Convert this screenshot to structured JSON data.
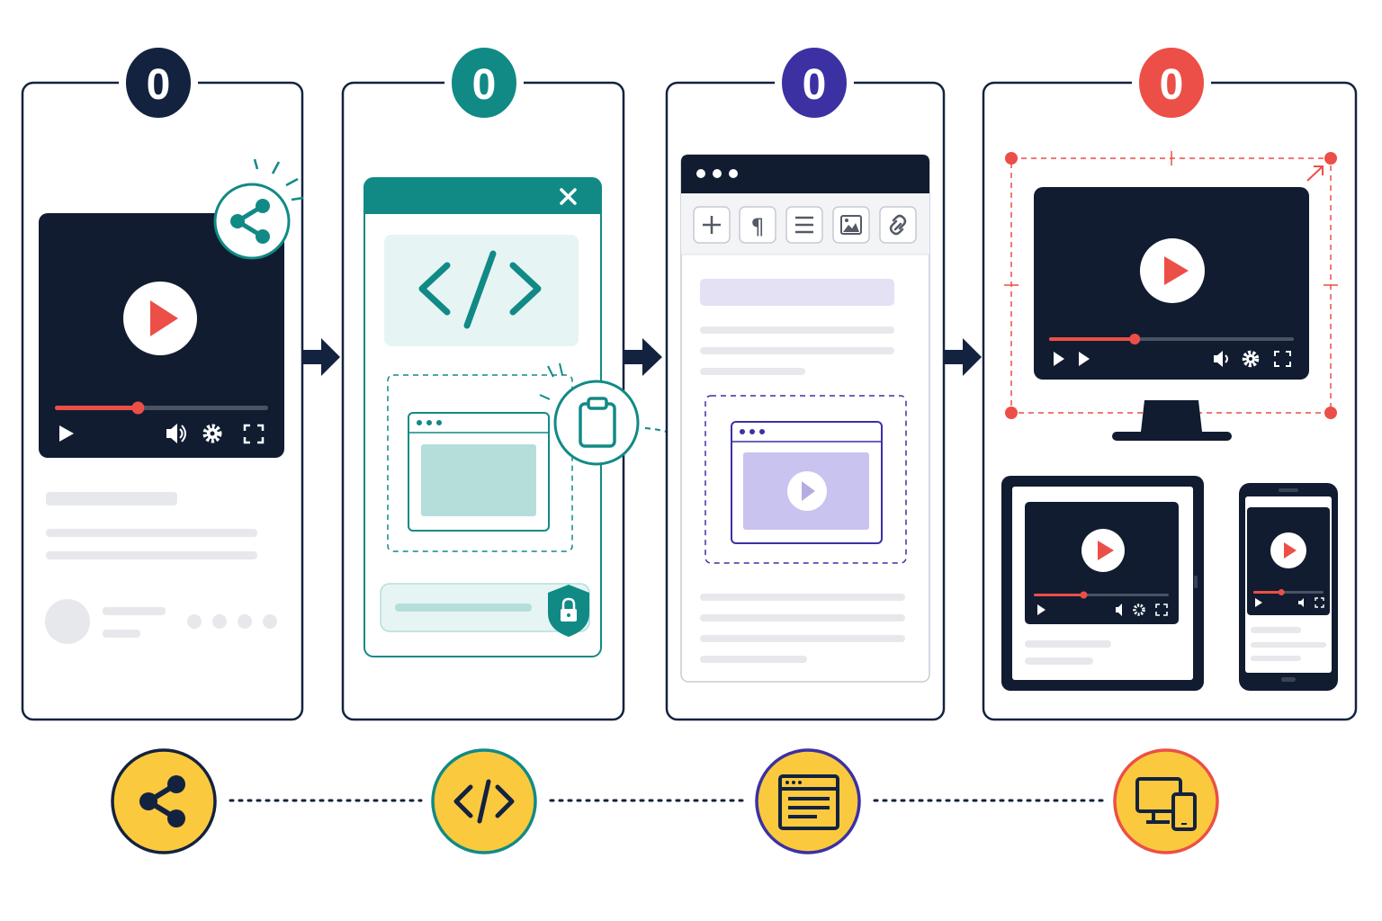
{
  "colors": {
    "navy": "#13223f",
    "teal": "#118a86",
    "purple": "#3b31a3",
    "red": "#ec4f47",
    "yellow": "#fbc93d",
    "screen": "#111c31",
    "light_gray": "#e7e8ec",
    "teal_light": "#e6f5f4",
    "teal_mid": "#b5dedb",
    "purple_light": "#e4e1f5",
    "purple_mid": "#c9c3ef",
    "toolbar_gray": "#f3f4f6"
  },
  "steps": [
    {
      "name": "share",
      "badge_label": "0",
      "accent": "#13223f",
      "icon": "share-icon"
    },
    {
      "name": "embed-code",
      "badge_label": "0",
      "accent": "#118a86",
      "icon": "code-icon"
    },
    {
      "name": "paste-into-editor",
      "badge_label": "0",
      "accent": "#3b31a3",
      "icon": "browser-window-icon"
    },
    {
      "name": "responsive-display",
      "badge_label": "0",
      "accent": "#ec4f47",
      "icon": "devices-icon"
    }
  ],
  "editor_toolbar": {
    "buttons": [
      "plus-icon",
      "paragraph-icon",
      "align-icon",
      "image-icon",
      "link-icon"
    ],
    "paragraph_glyph": "¶"
  },
  "video_player": {
    "controls": [
      "play-icon",
      "volume-icon",
      "gear-icon",
      "fullscreen-icon"
    ],
    "progress_panel1": 0.39,
    "progress_desktop": 0.35,
    "progress_tablet": 0.37,
    "progress_phone": 0.4
  },
  "embed_dialog": {
    "close_glyph": "✕",
    "code_glyph": "</>"
  }
}
